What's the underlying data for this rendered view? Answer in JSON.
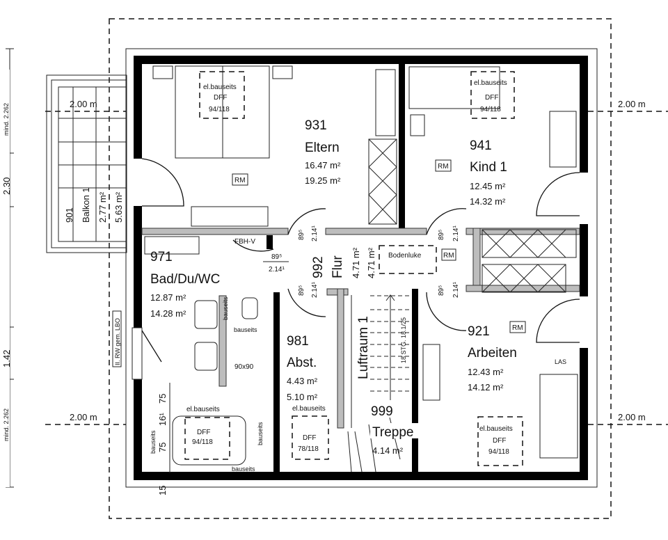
{
  "left_dims": {
    "mind_top": "mind. 2.262",
    "d1": "2.30",
    "d2": "1.42",
    "mind_bottom": "mind. 2.262",
    "bottom": "15"
  },
  "height_lines": {
    "tl": "2.00 m",
    "tr": "2.00 m",
    "bl": "2.00 m",
    "br": "2.00 m"
  },
  "balcony": {
    "number": "901",
    "name": "Balkon 1",
    "area1": "2.77 m²",
    "area2": "5.63 m²"
  },
  "rooms": {
    "eltern": {
      "number": "931",
      "name": "Eltern",
      "area1": "16.47 m²",
      "area2": "19.25 m²",
      "rm": "RM",
      "el": "el.bauseits",
      "dff": "DFF",
      "dff_size": "94/118"
    },
    "kind": {
      "number": "941",
      "name": "Kind 1",
      "area1": "12.45 m²",
      "area2": "14.32 m²",
      "rm": "RM",
      "el": "el.bauseits",
      "dff": "DFF",
      "dff_size": "94/118"
    },
    "bad": {
      "number": "971",
      "name": "Bad/Du/WC",
      "area1": "12.87 m²",
      "area2": "14.28 m²",
      "bauseits": "bauseits",
      "shower": "90x90",
      "el": "el.bauseits",
      "dff": "DFF",
      "dff_size": "94/118",
      "dim75a": "75",
      "dim16": "16¹",
      "dim75b": "75",
      "window_note": "II. RW gem. LBO"
    },
    "flur": {
      "number": "992",
      "name": "Flur",
      "area1": "4.71 m²",
      "area2": "4.71 m²",
      "hatch": "Bodenluke",
      "rm": "RM",
      "fbh": "FBH-V",
      "door_w": "89⁵",
      "door_h": "2.14¹"
    },
    "abst": {
      "number": "981",
      "name": "Abst.",
      "area1": "4.43 m²",
      "area2": "5.10 m²",
      "el": "el.bauseits",
      "dff": "DFF",
      "dff_size": "78/118"
    },
    "luftraum": {
      "name": "Luftraum 1",
      "stairs": "18 STG. 18.1/25"
    },
    "treppe": {
      "number": "999",
      "name": "Treppe",
      "area1": "4.14 m²"
    },
    "arbeiten": {
      "number": "921",
      "name": "Arbeiten",
      "area1": "12.43 m²",
      "area2": "14.12 m²",
      "rm": "RM",
      "las": "LAS",
      "el": "el.bauseits",
      "dff": "DFF",
      "dff_size": "94/118"
    }
  }
}
